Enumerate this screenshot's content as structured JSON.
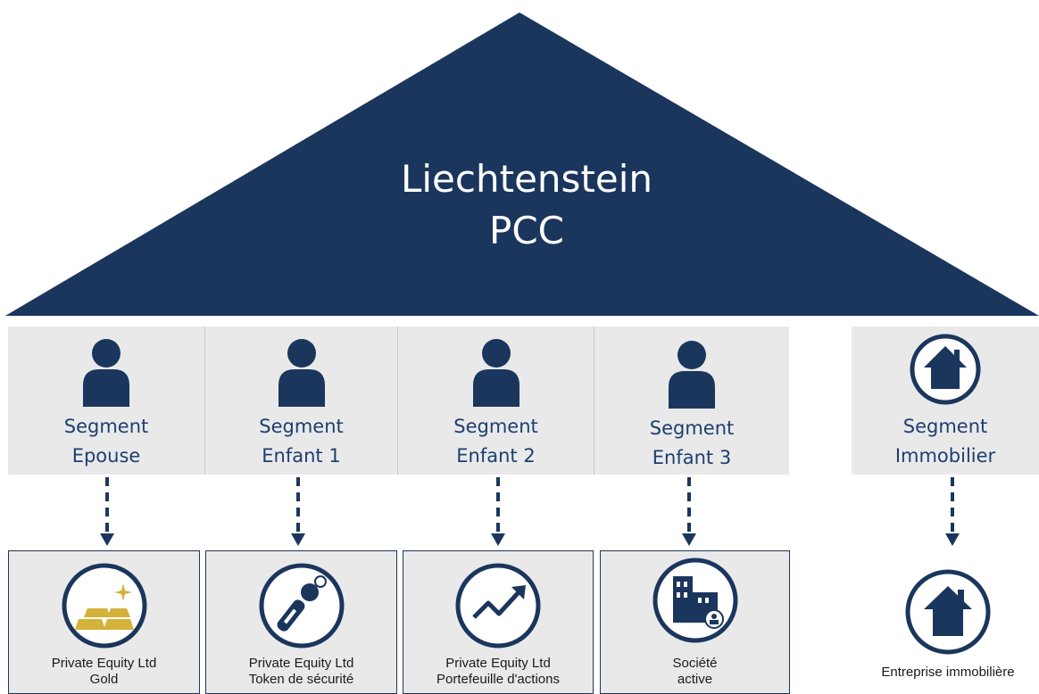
{
  "title": {
    "line1": "Liechtenstein",
    "line2": "PCC"
  },
  "segments": [
    {
      "line1": "Segment",
      "line2": "Epouse",
      "icon": "person-icon"
    },
    {
      "line1": "Segment",
      "line2": "Enfant 1",
      "icon": "person-icon"
    },
    {
      "line1": "Segment",
      "line2": "Enfant 2",
      "icon": "person-icon"
    },
    {
      "line1": "Segment",
      "line2": "Enfant 3",
      "icon": "person-icon"
    },
    {
      "line1": "Segment",
      "line2": "Immobilier",
      "icon": "house-icon"
    }
  ],
  "assets": [
    {
      "line1": "Private Equity Ltd",
      "line2": "Gold",
      "icon": "gold-bars-icon"
    },
    {
      "line1": "Private Equity Ltd",
      "line2": "Token de sécurité",
      "icon": "security-token-icon"
    },
    {
      "line1": "Private Equity Ltd",
      "line2": "Portefeuille d'actions",
      "icon": "trend-chart-icon"
    },
    {
      "line1": "Société",
      "line2": "active",
      "icon": "company-building-icon"
    },
    {
      "line1": "Entreprise immobilière",
      "line2": "",
      "icon": "house-icon"
    }
  ],
  "colors": {
    "navy": "#1b365d",
    "gold": "#d4b23a",
    "panel": "#e9e9ea",
    "label_blue": "#1e3f6e"
  }
}
